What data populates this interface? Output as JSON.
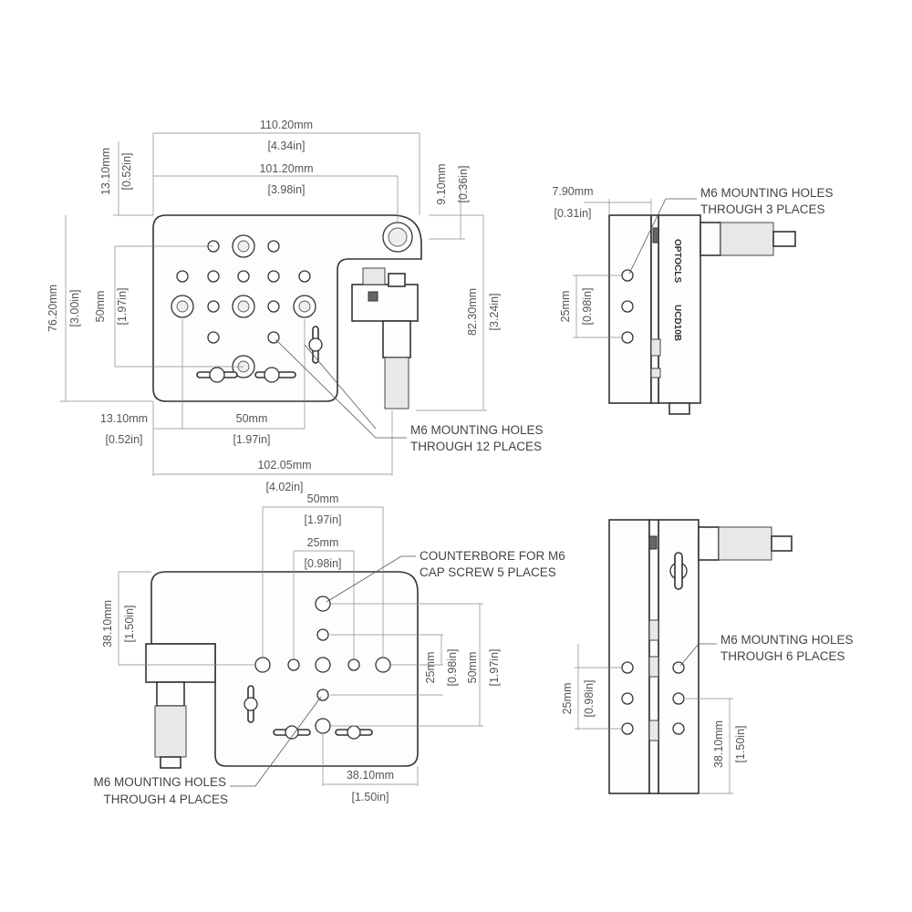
{
  "top_view": {
    "dim_overall_width_mm": "110.20mm",
    "dim_overall_width_in": "[4.34in]",
    "dim_body_width_mm": "101.20mm",
    "dim_body_width_in": "[3.98in]",
    "dim_top_offset_mm": "13.10mm",
    "dim_top_offset_in": "[0.52in]",
    "dim_right_offset_mm": "9.10mm",
    "dim_right_offset_in": "[0.36in]",
    "dim_height_mm": "76.20mm",
    "dim_height_in": "[3.00in]",
    "dim_hole_span_v_mm": "50mm",
    "dim_hole_span_v_in": "[1.97in]",
    "dim_overall_height_mm": "82.30mm",
    "dim_overall_height_in": "[3.24in]",
    "dim_left_offset_mm": "13.10mm",
    "dim_left_offset_in": "[0.52in]",
    "dim_hole_span_h_mm": "50mm",
    "dim_hole_span_h_in": "[1.97in]",
    "dim_base_width_mm": "102.05mm",
    "dim_base_width_in": "[4.02in]",
    "note_holes_line1": "M6 MOUNTING HOLES",
    "note_holes_line2": "THROUGH 12 PLACES"
  },
  "side_view": {
    "dim_offset_mm": "7.90mm",
    "dim_offset_in": "[0.31in]",
    "dim_spacing_mm": "25mm",
    "dim_spacing_in": "[0.98in]",
    "note_line1": "M6 MOUNTING HOLES",
    "note_line2": "THROUGH 3 PLACES",
    "brand_name": "OPTOCLS",
    "model_code": "UCD10B"
  },
  "bottom_view": {
    "dim_span_outer_mm": "50mm",
    "dim_span_outer_in": "[1.97in]",
    "dim_span_inner_mm": "25mm",
    "dim_span_inner_in": "[0.98in]",
    "dim_left_mm": "38.10mm",
    "dim_left_in": "[1.50in]",
    "dim_right_inner_mm": "25mm",
    "dim_right_inner_in": "[0.98in]",
    "dim_right_outer_mm": "50mm",
    "dim_right_outer_in": "[1.97in]",
    "dim_bottom_mm": "38.10mm",
    "dim_bottom_in": "[1.50in]",
    "note_cb_line1": "COUNTERBORE FOR M6",
    "note_cb_line2": "CAP SCREW 5 PLACES",
    "note_holes_line1": "M6 MOUNTING HOLES",
    "note_holes_line2": "THROUGH 4 PLACES"
  },
  "end_view": {
    "dim_spacing_mm": "25mm",
    "dim_spacing_in": "[0.98in]",
    "dim_offset_mm": "38.10mm",
    "dim_offset_in": "[1.50in]",
    "note_line1": "M6 MOUNTING HOLES",
    "note_line2": "THROUGH 6 PLACES"
  }
}
